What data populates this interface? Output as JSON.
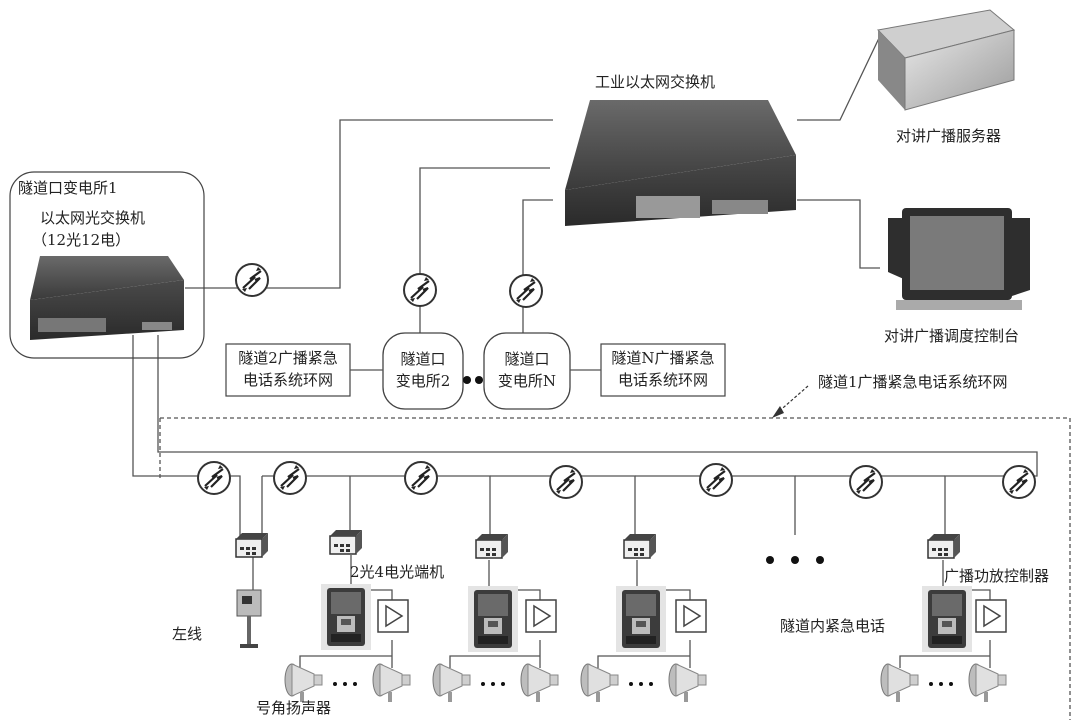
{
  "labels": {
    "industrial_switch": "工业以太网交换机",
    "intercom_server": "对讲广播服务器",
    "intercom_console": "对讲广播调度控制台",
    "substation1_title": "隧道口变电所1",
    "substation1_switch": "以太网光交换机",
    "substation1_ports": "（12光12电）",
    "tunnel2_ring_l1": "隧道2广播紧急",
    "tunnel2_ring_l2": "电话系统环网",
    "sub2_l1": "隧道口",
    "sub2_l2": "变电所2",
    "subN_l1": "隧道口",
    "subN_l2": "变电所N",
    "tunnelN_ring_l1": "隧道N广播紧急",
    "tunnelN_ring_l2": "电话系统环网",
    "tunnel1_ring": "隧道1广播紧急电话系统环网",
    "optical_terminal": "2光4电光端机",
    "amp_controller": "广播功放控制器",
    "emergency_phone": "隧道内紧急电话",
    "left_line": "左线",
    "horn_speaker": "号角扬声器"
  },
  "colors": {
    "line": "#555555",
    "device_dark": "#3a3a3a",
    "device_light": "#d8d8d8"
  },
  "icons": [
    "optical-link-icon",
    "switch-device",
    "server-device",
    "console-device",
    "optical-terminal-device",
    "phone-cabinet-device",
    "amplifier-icon",
    "horn-speaker-icon"
  ]
}
